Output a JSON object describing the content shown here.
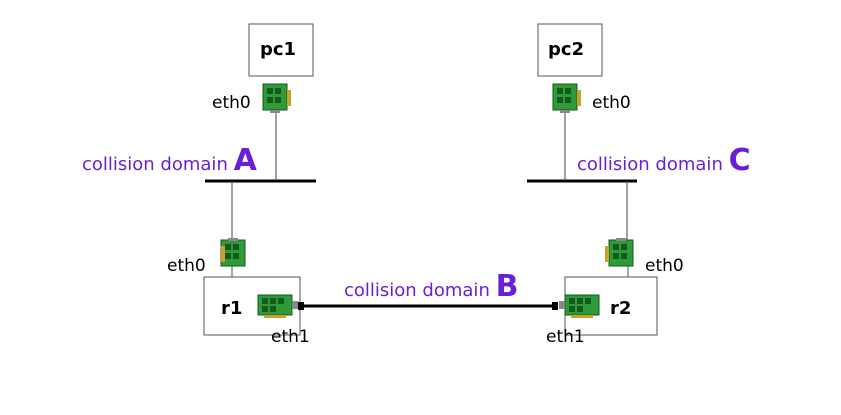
{
  "nodes": {
    "pc1": {
      "label": "pc1",
      "iface": "eth0"
    },
    "pc2": {
      "label": "pc2",
      "iface": "eth0"
    },
    "r1": {
      "label": "r1",
      "iface0": "eth0",
      "iface1": "eth1"
    },
    "r2": {
      "label": "r2",
      "iface0": "eth0",
      "iface1": "eth1"
    }
  },
  "domains": {
    "a": {
      "prefix": "collision domain",
      "letter": "A"
    },
    "b": {
      "prefix": "collision domain",
      "letter": "B"
    },
    "c": {
      "prefix": "collision domain",
      "letter": "C"
    }
  },
  "colors": {
    "domain_text": "#6a1fd6",
    "nic_green": "#2e9a3a",
    "nic_dark": "#145a1e",
    "nic_gold": "#c9a227",
    "line": "#000000",
    "box_border": "#555555"
  },
  "icons": {
    "network_card": "network-card-icon"
  }
}
